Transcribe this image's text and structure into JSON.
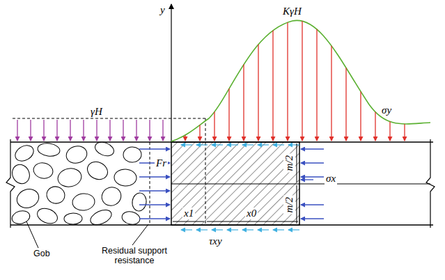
{
  "diagram": {
    "labels": [
      "y",
      "KγH",
      "γH",
      "σy",
      "Fr",
      "m/2",
      "m/2",
      "σx",
      "x1",
      "x0",
      "τxy",
      "Gob",
      "Residual support resistance"
    ]
  }
}
